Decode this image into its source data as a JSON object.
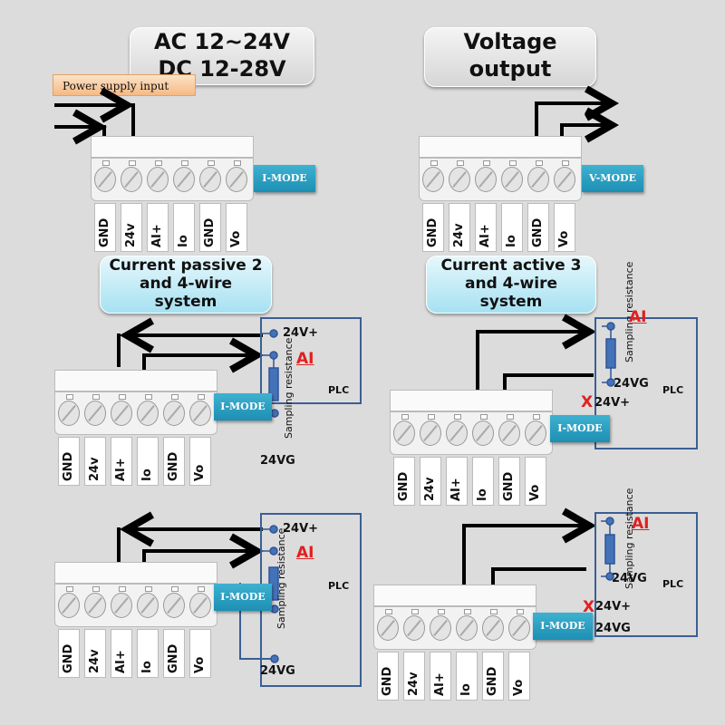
{
  "headers": {
    "supply": [
      "AC 12~24V",
      "DC 12-28V"
    ],
    "voltage": [
      "Voltage",
      "output"
    ]
  },
  "power_supply_label": "Power supply input",
  "terminal_pins": [
    "GND",
    "24v",
    "AI+",
    "Io",
    "GND",
    "Vo"
  ],
  "modes": {
    "current": "I-MODE",
    "voltage": "V-MODE"
  },
  "captions": {
    "passive": [
      "Current passive 2",
      "and 4-wire",
      "system"
    ],
    "active": [
      "Current active 3",
      "and 4-wire",
      "system"
    ]
  },
  "plc": {
    "name": "PLC",
    "ai": "AI",
    "v_plus": "24V+",
    "v_ground": "24VG",
    "sampling": "Sampling resistance",
    "x_mark": "X"
  },
  "colors": {
    "background": "#dcdcdc",
    "mode_badge": "#2a9fc3",
    "plc_border": "#3b5f94",
    "alert": "#e02020"
  }
}
